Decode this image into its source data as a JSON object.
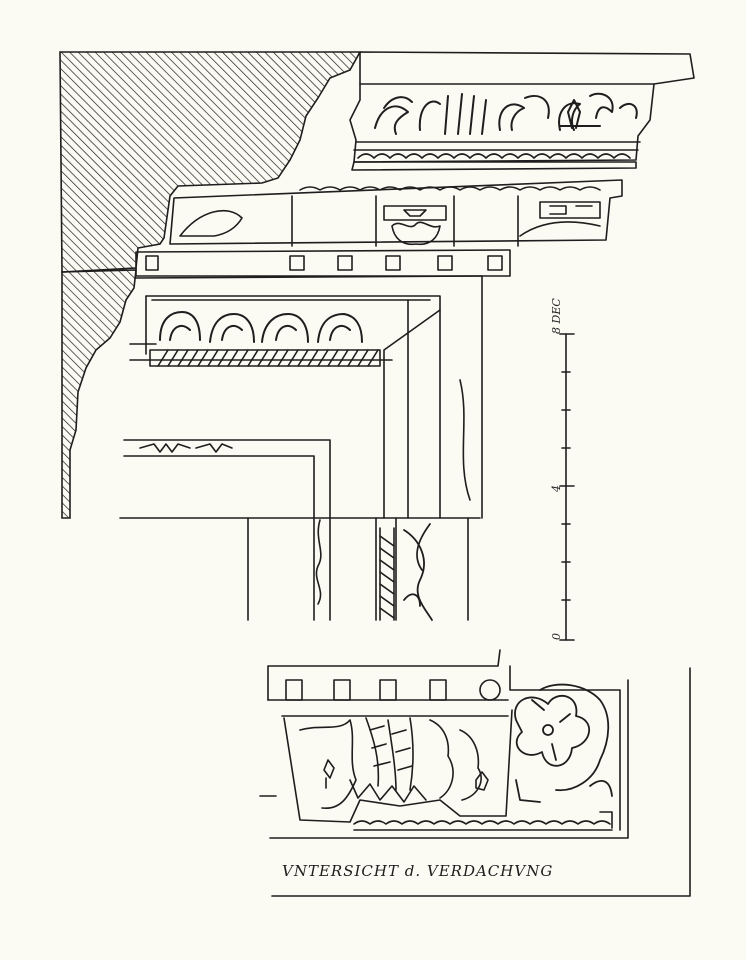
{
  "caption": "VNTERSICHT d. VERDACHVNG",
  "scale_bar": {
    "label_top": "8 DEC",
    "label_mid": "4",
    "label_bottom": "0",
    "divisions": 8
  },
  "colors": {
    "paper": "#fbfaf3",
    "ink": "#1e1e1e"
  }
}
